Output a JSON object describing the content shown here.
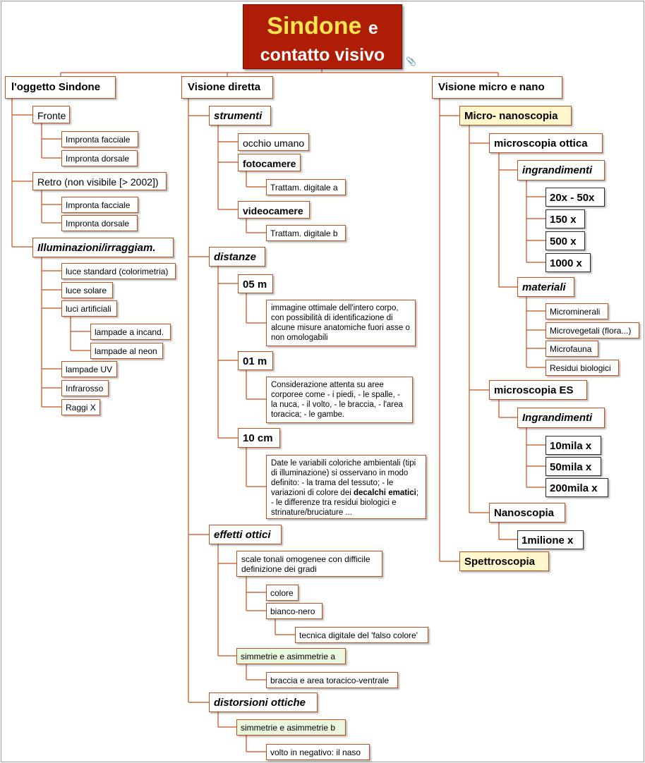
{
  "title": {
    "line1_big": "Sindone",
    "line1_small": "e",
    "line2": "contatto visivo"
  },
  "icons": {
    "attachment": "paperclip-icon"
  },
  "colors": {
    "title_bg": "#b01d06",
    "title_main_text": "#ffe64a",
    "connector": "#c0501c",
    "highlight": "#fff8cc",
    "green_node": "#e9f7df"
  },
  "nodes": {
    "oggetto": {
      "label": "l'oggetto Sindone",
      "fronte": "Fronte",
      "fronte_facciale": "Impronta facciale",
      "fronte_dorsale": "Impronta dorsale",
      "retro": "Retro (non visibile [> 2002])",
      "retro_facciale": "Impronta facciale",
      "retro_dorsale": "Impronta dorsale",
      "illuminazioni": "Illuminazioni/irraggiam.",
      "luce_standard": "luce standard (colorimetria)",
      "luce_solare": "luce solare",
      "luci_artificiali": "luci artificiali",
      "lampade_incand": "lampade a incand.",
      "lampade_neon": "lampade al neon",
      "lampade_uv": "lampade UV",
      "infrarosso": "Infrarosso",
      "raggi_x": "Raggi X"
    },
    "diretta": {
      "label": "Visione diretta",
      "strumenti": "strumenti",
      "occhio": "occhio umano",
      "fotocamere": "fotocamere",
      "trattam_a": "Trattam. digitale a",
      "videocamere": "videocamere",
      "trattam_b": "Trattam. digitale b",
      "distanze": "distanze",
      "d05": "05 m",
      "d05_text": "immagine ottimale dell'intero corpo, con possibilità di identificazione di alcune misure anatomiche fuori asse o non omologabili",
      "d01": "01 m",
      "d01_text": "Considerazione attenta su aree corporee come - i piedi, - le spalle, - la nuca, - il volto, - le braccia, - l'area toracica; - le gambe.",
      "d10": "10 cm",
      "d10_text_a": "Date le variabili coloriche ambientali (tipi di illuminazione) si osservano in modo definito: - la trama del tessuto; - le variazioni di colore dei ",
      "d10_text_b": "decalchi ematici",
      "d10_text_c": "; - le differenze tra residui biologici e strinature/bruciature  ...",
      "effetti": "effetti ottici",
      "scale": "scale tonali omogenee con difficile definizione dei gradi",
      "colore": "colore",
      "bianco_nero": "bianco-nero",
      "falso_colore": "tecnica digitale del 'falso colore'",
      "simm_a": "simmetrie e asimmetrie a",
      "braccia": "braccia e area toracico-ventrale",
      "distorsioni": "distorsioni ottiche",
      "simm_b": "simmetrie e asimmetrie b",
      "volto": "volto in negativo: il naso"
    },
    "micro": {
      "label": "Visione micro e nano",
      "micro_nano": "Micro- nanoscopia",
      "ottica": "microscopia ottica",
      "ingrandimenti": "ingrandimenti",
      "m1": "20x - 50x",
      "m2": "150 x",
      "m3": "500 x",
      "m4": "1000 x",
      "materiali": "materiali",
      "mat1": "Microminerali",
      "mat2": "Microvegetali (flora...)",
      "mat3": "Microfauna",
      "mat4": "Residui biologici",
      "es": "microscopia ES",
      "ingrandimenti2": "Ingrandimenti",
      "e1": "10mila x",
      "e2": "50mila x",
      "e3": "200mila x",
      "nanoscopia": "Nanoscopia",
      "n1": "1milione x",
      "spettroscopia": "Spettroscopia"
    }
  }
}
